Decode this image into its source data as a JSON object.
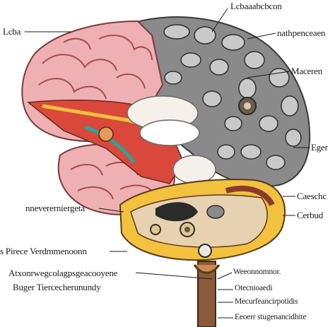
{
  "labels": {
    "top_left": "Lcba",
    "top_center": "Lcbaaabcbcon",
    "right_1": "nathpenceaen",
    "right_2": "Maceren",
    "right_3": "Eger",
    "right_4": "Caeschc",
    "right_5": "Cerbud",
    "left_1": "nnevererniergeta",
    "left_2": "s Pirece Verdmmenoonn",
    "left_3": "Atxonrwegcolagpsgeacooyene",
    "left_4": "Buger Tiercecherunundy",
    "right_6": "Weeonnomnor.",
    "right_7": "Otecnioaedi",
    "right_8": "Mecurfeancirpotidis",
    "right_9": "Eeoerr stugenancidhite"
  },
  "colors": {
    "cortex_pink": "#eeb0b3",
    "cortex_grey": "#8a8a8a",
    "cerebellum_yellow": "#f2c13e",
    "brainstem_brown": "#8a5a3b",
    "red_tissue": "#d9483b",
    "teal": "#2aa39a"
  },
  "icons": [
    "leader-line",
    "arrow"
  ]
}
